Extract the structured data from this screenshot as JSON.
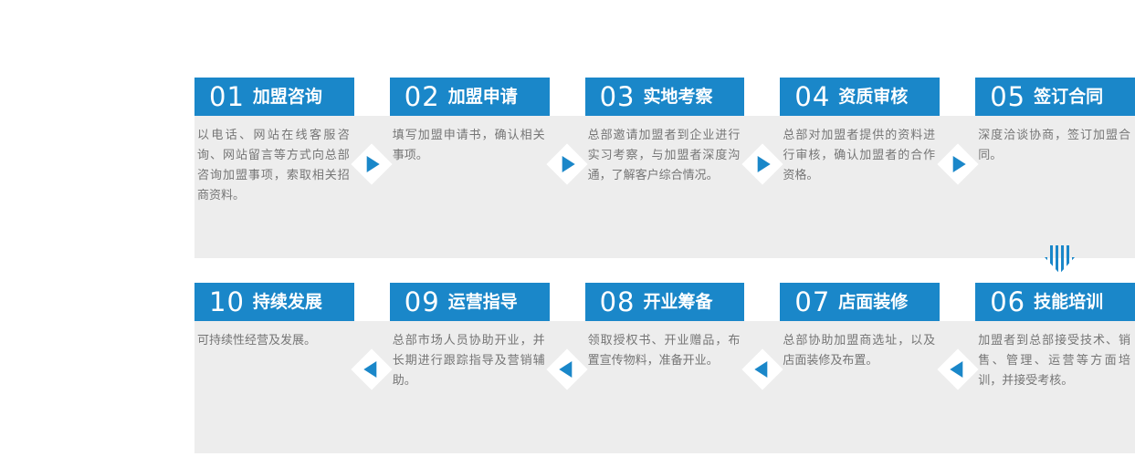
{
  "theme": {
    "accent": "#1a87c9",
    "band_bg": "#ededed",
    "text_color": "#757575"
  },
  "flow": {
    "rows": [
      {
        "direction": "right",
        "steps": [
          {
            "number": "01",
            "title": "加盟咨询",
            "description": "以电话、网站在线客服咨询、网站留言等方式向总部咨询加盟事项，索取相关招商资料。"
          },
          {
            "number": "02",
            "title": "加盟申请",
            "description": "填写加盟申请书，确认相关事项。"
          },
          {
            "number": "03",
            "title": "实地考察",
            "description": "总部邀请加盟者到企业进行实习考察，与加盟者深度沟通，了解客户综合情况。"
          },
          {
            "number": "04",
            "title": "资质审核",
            "description": "总部对加盟者提供的资料进行审核，确认加盟者的合作资格。"
          },
          {
            "number": "05",
            "title": "签订合同",
            "description": "深度洽谈协商，签订加盟合同。"
          }
        ]
      },
      {
        "direction": "left",
        "steps": [
          {
            "number": "10",
            "title": "持续发展",
            "description": "可持续性经营及发展。"
          },
          {
            "number": "09",
            "title": "运营指导",
            "description": "总部市场人员协助开业，并长期进行跟踪指导及营销辅助。"
          },
          {
            "number": "08",
            "title": "开业筹备",
            "description": "领取授权书、开业赠品，布置宣传物料，准备开业。"
          },
          {
            "number": "07",
            "title": "店面装修",
            "description": "总部协助加盟商选址，以及店面装修及布置。"
          },
          {
            "number": "06",
            "title": "技能培训",
            "description": "加盟者到总部接受技术、销售、管理、运营等方面培训，并接受考核。"
          }
        ]
      }
    ]
  }
}
